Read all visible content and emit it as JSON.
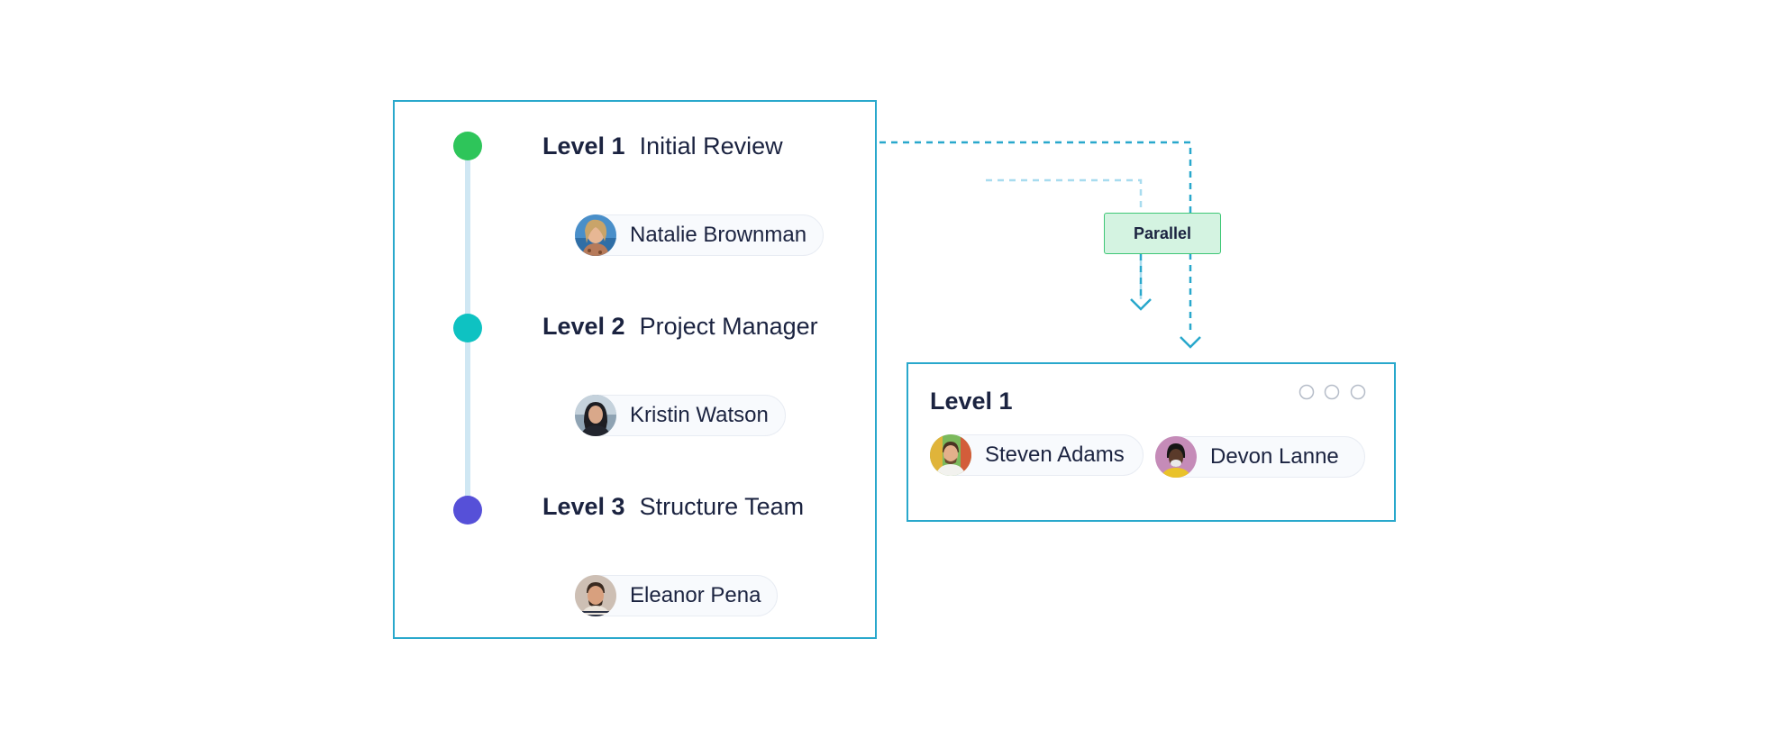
{
  "colors": {
    "panel_border": "#29a8cc",
    "level1_dot": "#2ec55a",
    "level2_dot": "#0ec2c2",
    "level3_dot": "#5650d8",
    "timeline": "#cfe7f3",
    "parallel_bg": "#d4f3e1",
    "parallel_border": "#3ec776",
    "connector": "#29a8cc",
    "connector_faint": "#a8dcef"
  },
  "workflow": {
    "levels": [
      {
        "tag": "Level 1",
        "name": "Initial Review",
        "assignee": "Natalie Brownman"
      },
      {
        "tag": "Level 2",
        "name": "Project Manager",
        "assignee": "Kristin Watson"
      },
      {
        "tag": "Level 3",
        "name": "Structure Team",
        "assignee": "Eleanor Pena"
      }
    ]
  },
  "parallel": {
    "label": "Parallel"
  },
  "parallel_level": {
    "tag": "Level 1",
    "assignees": [
      "Steven Adams",
      "Devon Lanne"
    ],
    "menu_icon": "more-options-icon"
  }
}
